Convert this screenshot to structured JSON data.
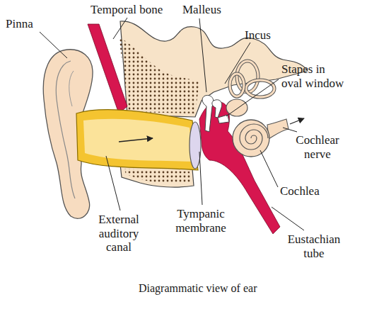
{
  "diagram": {
    "caption": "Diagrammatic view of ear",
    "labels": [
      "Pinna",
      "Temporal bone",
      "Malleus",
      "Incus",
      "Stapes in oval window",
      "Cochlear nerve",
      "Cochlea",
      "Eustachian tube",
      "Tympanic membrane",
      "External auditory canal"
    ]
  }
}
